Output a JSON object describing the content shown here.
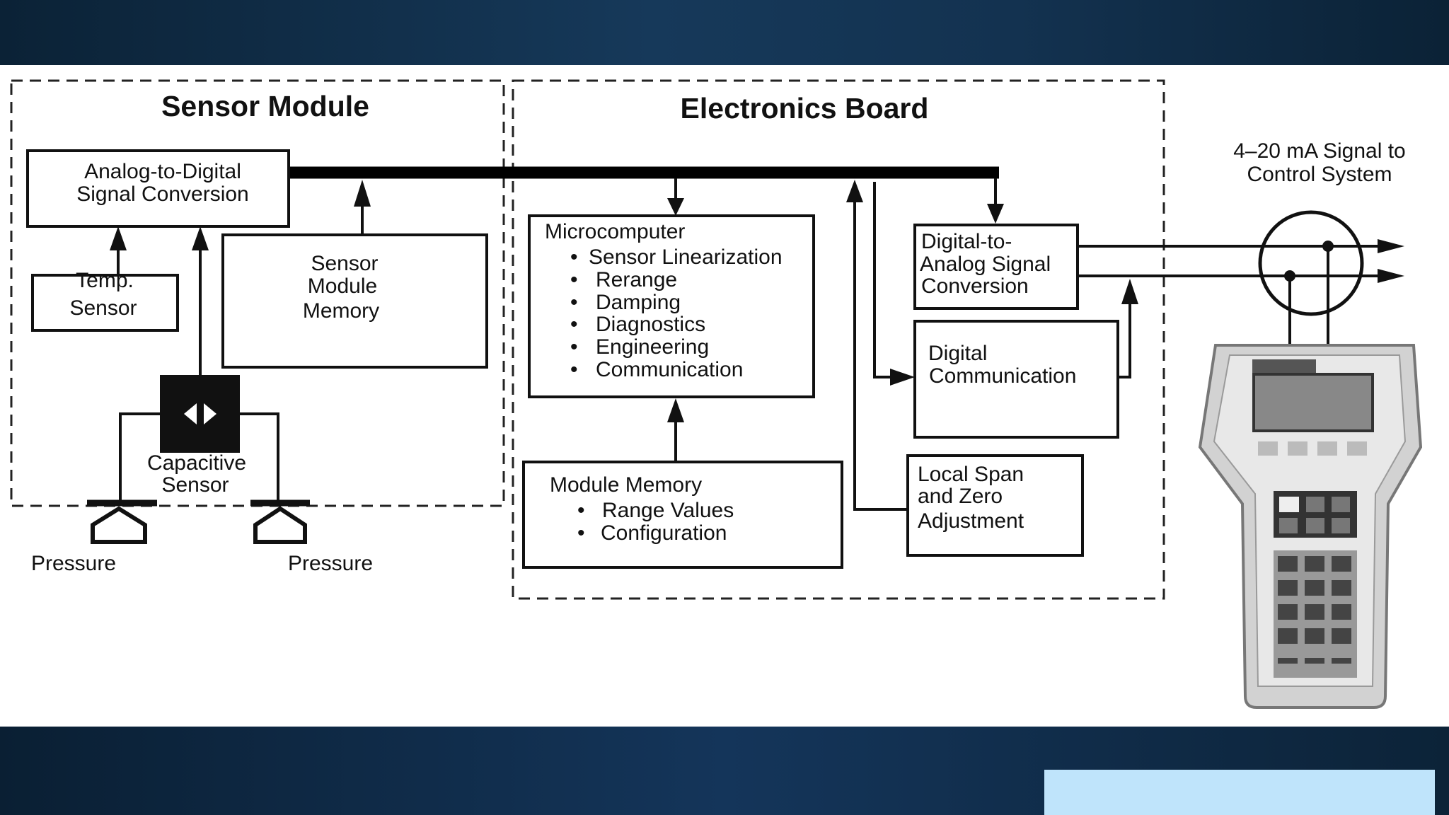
{
  "sensor_module": {
    "title": "Sensor Module",
    "adc": [
      "Analog-to-Digital",
      "Signal Conversion"
    ],
    "temp_sensor": [
      "Temp.",
      "Sensor"
    ],
    "memory": [
      "Sensor",
      "Module",
      "Memory"
    ],
    "capacitive_sensor": [
      "Capacitive",
      "Sensor"
    ],
    "pressure_left": "Pressure",
    "pressure_right": "Pressure"
  },
  "electronics_board": {
    "title": "Electronics Board",
    "microcomputer": {
      "title": "Microcomputer",
      "items": [
        "Sensor Linearization",
        "Rerange",
        "Damping",
        "Diagnostics",
        "Engineering",
        "Communication"
      ]
    },
    "module_memory": {
      "title": "Module Memory",
      "items": [
        "Range Values",
        "Configuration"
      ]
    },
    "dac": [
      "Digital-to-",
      "Analog Signal",
      "Conversion"
    ],
    "digital_comm": [
      "Digital",
      "Communication"
    ],
    "local_adjust": [
      "Local Span",
      "and Zero",
      "Adjustment"
    ]
  },
  "output_label": [
    "4–20 mA Signal to",
    "Control System"
  ],
  "bullet": "•",
  "colors": {
    "band": "#0d2438",
    "accent_box": "#bfe4fb",
    "ink": "#111111"
  }
}
